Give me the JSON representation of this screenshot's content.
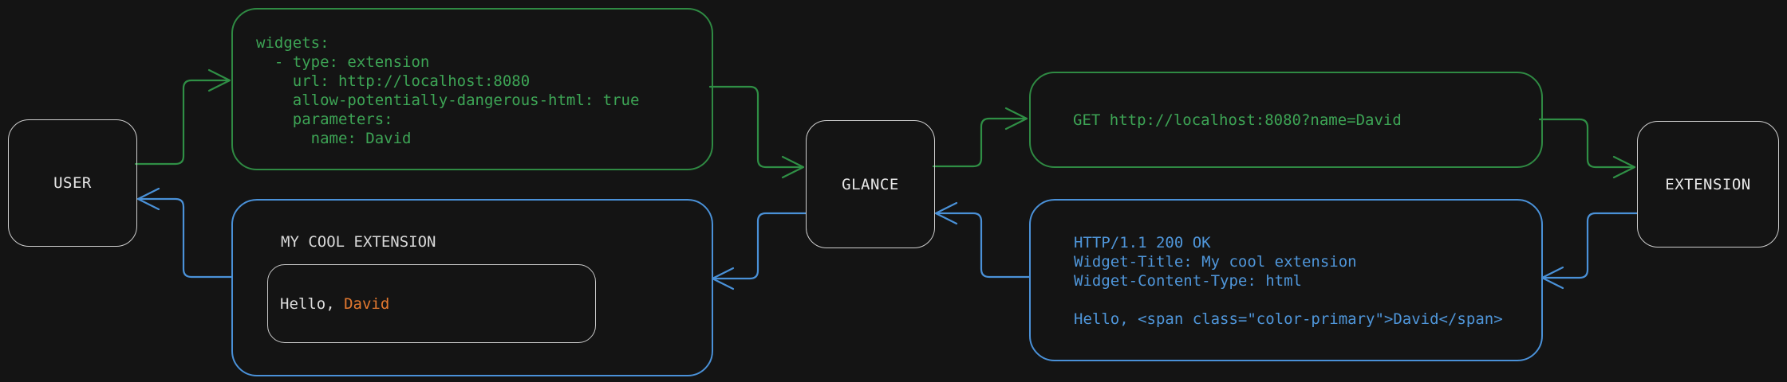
{
  "diagram": {
    "background_color": "#141414",
    "colors": {
      "request_green": "#2f8f45",
      "request_green_text": "#3da455",
      "response_blue": "#4a91d8",
      "response_blue_text": "#4f96da",
      "node_border": "#cfcfcf",
      "plain_text": "#dcdcdc",
      "highlight_orange": "#e2782f"
    },
    "nodes": {
      "user": "USER",
      "glance": "GLANCE",
      "extension": "EXTENSION"
    },
    "config_box": {
      "code": "widgets:\n  - type: extension\n    url: http://localhost:8080\n    allow-potentially-dangerous-html: true\n    parameters:\n      name: David"
    },
    "request_box": {
      "code": "GET http://localhost:8080?name=David"
    },
    "response_box": {
      "code": "HTTP/1.1 200 OK\nWidget-Title: My cool extension\nWidget-Content-Type: html\n\nHello, <span class=\"color-primary\">David</span>"
    },
    "widget_box": {
      "title": "MY COOL EXTENSION",
      "greeting_prefix": "Hello, ",
      "greeting_name": "David"
    }
  }
}
